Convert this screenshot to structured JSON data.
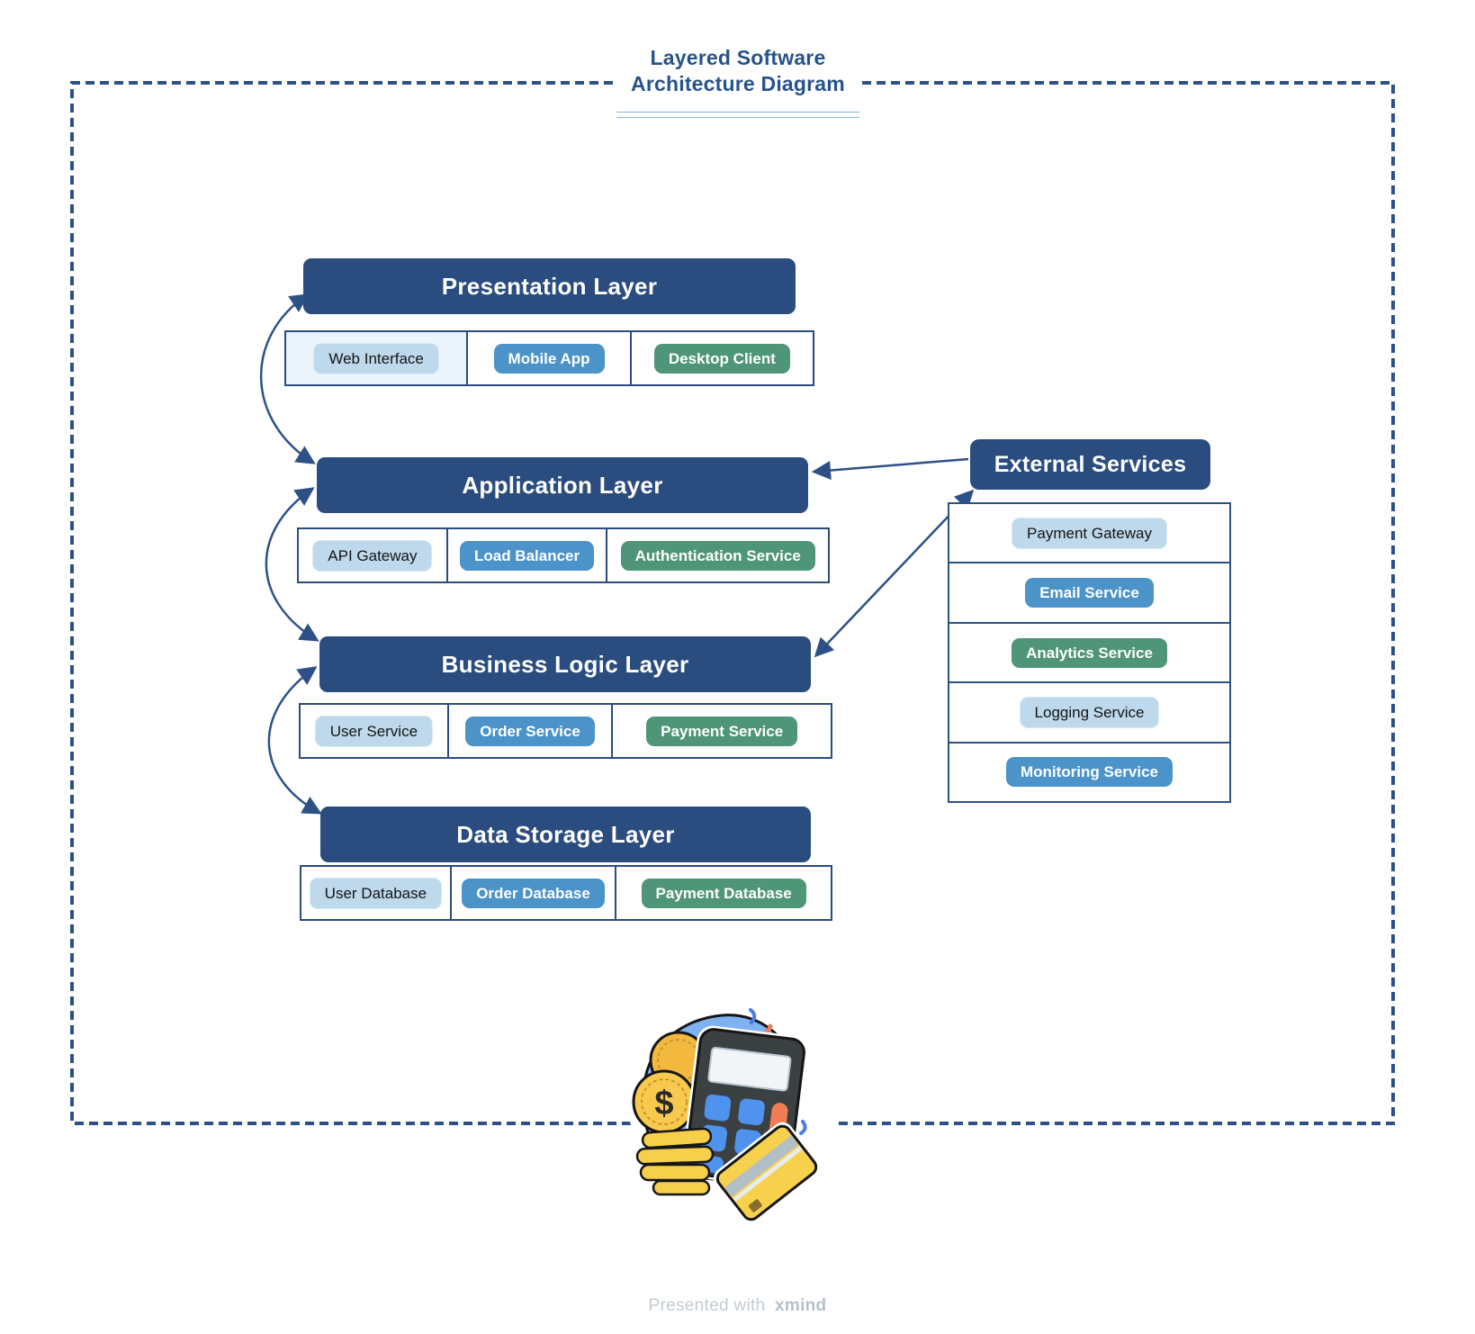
{
  "title": {
    "line1": "Layered Software",
    "line2": "Architecture Diagram"
  },
  "layers": [
    {
      "name": "Presentation Layer",
      "children": [
        {
          "label": "Web Interface",
          "variant": "light"
        },
        {
          "label": "Mobile App",
          "variant": "blue"
        },
        {
          "label": "Desktop Client",
          "variant": "green"
        }
      ]
    },
    {
      "name": "Application Layer",
      "children": [
        {
          "label": "API Gateway",
          "variant": "light"
        },
        {
          "label": "Load Balancer",
          "variant": "blue"
        },
        {
          "label": "Authentication Service",
          "variant": "green"
        }
      ]
    },
    {
      "name": "Business Logic Layer",
      "children": [
        {
          "label": "User Service",
          "variant": "light"
        },
        {
          "label": "Order Service",
          "variant": "blue"
        },
        {
          "label": "Payment Service",
          "variant": "green"
        }
      ]
    },
    {
      "name": "Data Storage Layer",
      "children": [
        {
          "label": "User Database",
          "variant": "light"
        },
        {
          "label": "Order Database",
          "variant": "blue"
        },
        {
          "label": "Payment Database",
          "variant": "green"
        }
      ]
    }
  ],
  "external_services": {
    "name": "External Services",
    "items": [
      {
        "label": "Payment Gateway",
        "variant": "light"
      },
      {
        "label": "Email Service",
        "variant": "blue"
      },
      {
        "label": "Analytics Service",
        "variant": "green"
      },
      {
        "label": "Logging Service",
        "variant": "light"
      },
      {
        "label": "Monitoring Service",
        "variant": "blue"
      }
    ]
  },
  "connections": [
    {
      "from": "Presentation Layer",
      "to": "Application Layer",
      "style": "curved-double-arrow"
    },
    {
      "from": "Application Layer",
      "to": "Business Logic Layer",
      "style": "curved-double-arrow"
    },
    {
      "from": "Business Logic Layer",
      "to": "Data Storage Layer",
      "style": "curved-double-arrow"
    },
    {
      "from": "External Services",
      "to": "Application Layer",
      "style": "straight-arrow"
    },
    {
      "from": "External Services",
      "to": "Business Logic Layer",
      "style": "straight-double-arrow"
    }
  ],
  "illustration": {
    "name": "calculator-credit-card-sticker"
  },
  "footer": {
    "prefix": "Presented with",
    "brand": "xmind"
  },
  "colors": {
    "navy": "#2a4c7e",
    "connector": "#2d5186",
    "title_text": "#27538c",
    "pill_light": "#bed9ec",
    "pill_blue": "#4b93c8",
    "pill_green": "#4f9578",
    "cell_tint": "#ecf4fb",
    "underline": "#85b2d9",
    "footer_text": "#c2cdd3"
  }
}
